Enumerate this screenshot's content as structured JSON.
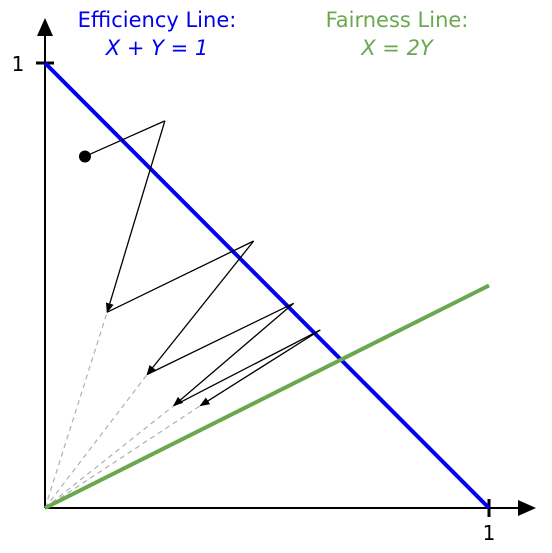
{
  "labels": {
    "efficiency_title": "Efficiency Line:",
    "efficiency_eq": "X + Y = 1",
    "fairness_title": "Fairness Line:",
    "fairness_eq": "X = 2Y",
    "y_tick": "1",
    "x_tick": "1"
  },
  "colors": {
    "efficiency": "#0000ee",
    "fairness": "#6aa84f",
    "path": "#000000",
    "guide": "#b0b0b0"
  },
  "diagram": {
    "efficiency_line": [
      [
        0,
        1
      ],
      [
        1,
        0
      ]
    ],
    "fairness_line": [
      [
        0,
        0
      ],
      [
        1,
        0.5
      ]
    ],
    "start_point": [
      0.09,
      0.79
    ],
    "path_points": [
      [
        0.09,
        0.79
      ],
      [
        0.27,
        0.87
      ],
      [
        0.14,
        0.44
      ],
      [
        0.47,
        0.6
      ],
      [
        0.23,
        0.3
      ],
      [
        0.56,
        0.46
      ],
      [
        0.29,
        0.23
      ],
      [
        0.62,
        0.4
      ],
      [
        0.35,
        0.23
      ]
    ]
  }
}
